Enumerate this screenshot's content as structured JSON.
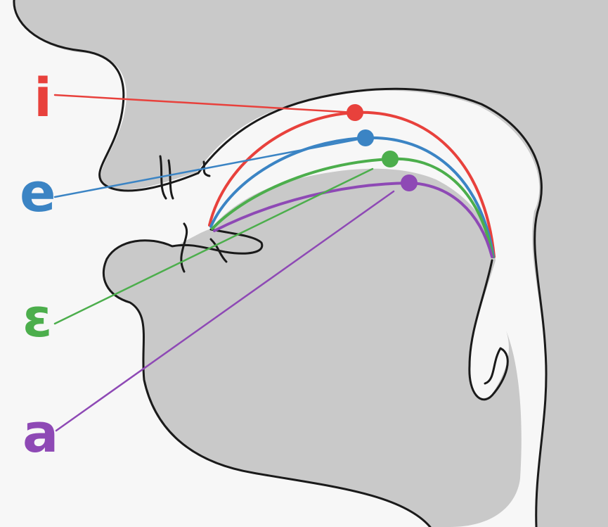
{
  "colors": {
    "background": "#f7f7f7",
    "tissue": "#c9c9c9",
    "outline": "#1a1a1a"
  },
  "vowels": [
    {
      "id": "i",
      "label": "i",
      "color": "#e8413c"
    },
    {
      "id": "e",
      "label": "e",
      "color": "#3b84c4"
    },
    {
      "id": "open-e",
      "label": "ɛ",
      "color": "#4cae4c"
    },
    {
      "id": "a",
      "label": "a",
      "color": "#8e49b5"
    }
  ]
}
